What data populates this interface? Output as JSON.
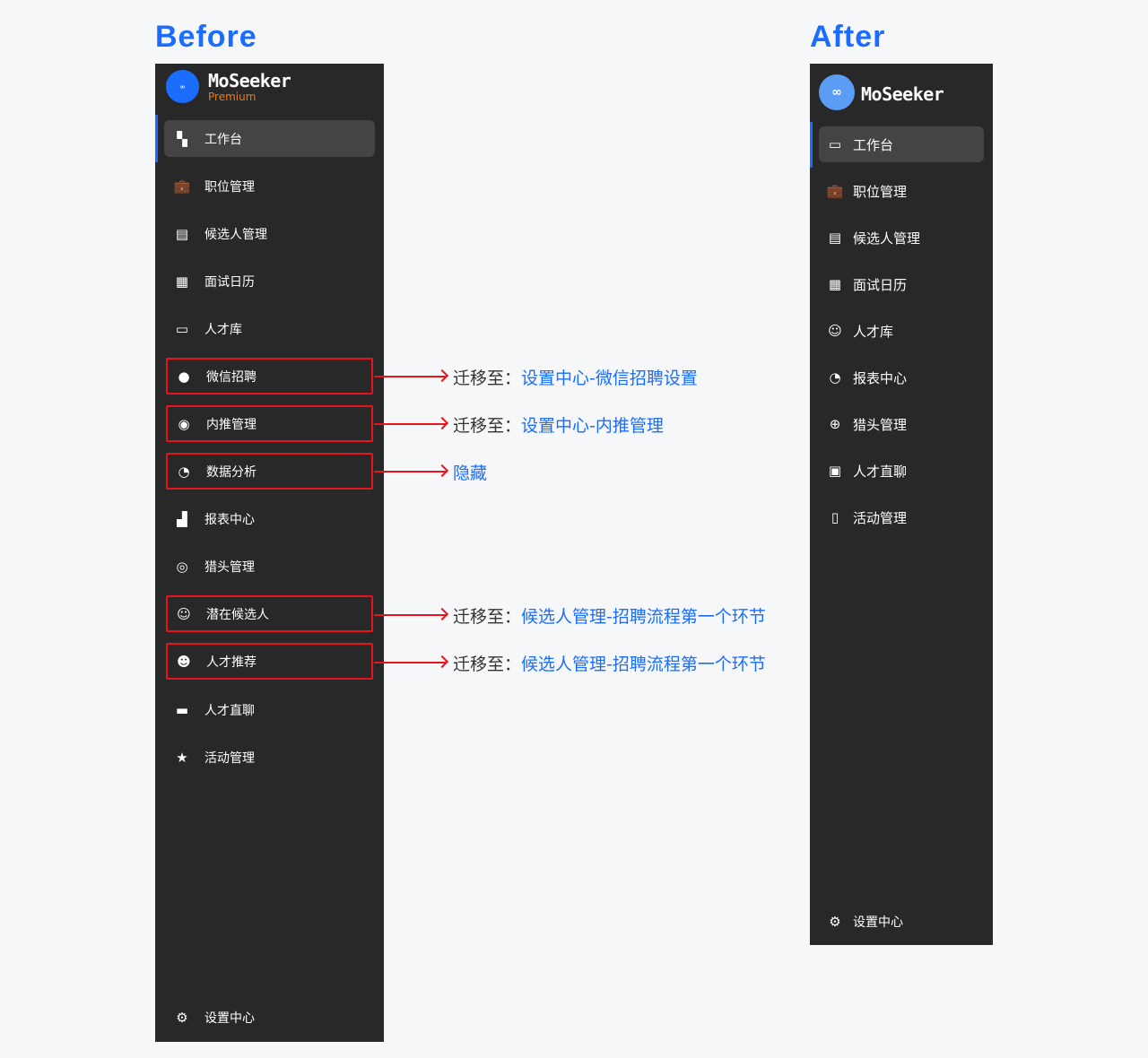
{
  "headings": {
    "before": "Before",
    "after": "After"
  },
  "before": {
    "brand": "MoSeeker",
    "tier": "Premium",
    "logo_text": "MoSeeker",
    "items": [
      {
        "label": "工作台",
        "icon": "dashboard-icon"
      },
      {
        "label": "职位管理",
        "icon": "briefcase-icon"
      },
      {
        "label": "候选人管理",
        "icon": "candidate-file-icon"
      },
      {
        "label": "面试日历",
        "icon": "calendar-icon"
      },
      {
        "label": "人才库",
        "icon": "id-card-icon"
      },
      {
        "label": "微信招聘",
        "icon": "wechat-icon"
      },
      {
        "label": "内推管理",
        "icon": "thumbs-up-icon"
      },
      {
        "label": "数据分析",
        "icon": "pie-chart-icon"
      },
      {
        "label": "报表中心",
        "icon": "bar-chart-icon"
      },
      {
        "label": "猎头管理",
        "icon": "hunter-icon"
      },
      {
        "label": "潜在候选人",
        "icon": "users-icon"
      },
      {
        "label": "人才推荐",
        "icon": "user-star-icon"
      },
      {
        "label": "人才直聊",
        "icon": "chat-icon"
      },
      {
        "label": "活动管理",
        "icon": "star-circle-icon"
      }
    ],
    "settings": "设置中心"
  },
  "after": {
    "brand": "MoSeeker",
    "logo_text": "MoSeeker",
    "items": [
      {
        "label": "工作台",
        "icon": "monitor-icon"
      },
      {
        "label": "职位管理",
        "icon": "briefcase-icon"
      },
      {
        "label": "候选人管理",
        "icon": "candidate-file-icon"
      },
      {
        "label": "面试日历",
        "icon": "calendar-icon"
      },
      {
        "label": "人才库",
        "icon": "users-icon"
      },
      {
        "label": "报表中心",
        "icon": "pie-chart-icon"
      },
      {
        "label": "猎头管理",
        "icon": "target-icon"
      },
      {
        "label": "人才直聊",
        "icon": "chat-user-icon"
      },
      {
        "label": "活动管理",
        "icon": "document-icon"
      }
    ],
    "settings": "设置中心"
  },
  "annotations": [
    {
      "prefix": "迁移至：",
      "target": "设置中心-微信招聘设置"
    },
    {
      "prefix": "迁移至：",
      "target": "设置中心-内推管理"
    },
    {
      "prefix": "",
      "target": "隐藏"
    },
    {
      "prefix": "迁移至：",
      "target": "候选人管理-招聘流程第一个环节"
    },
    {
      "prefix": "迁移至：",
      "target": "候选人管理-招聘流程第一个环节"
    }
  ],
  "colors": {
    "accent": "#1a6dff",
    "highlight": "#e8141c",
    "sidebar": "#282828",
    "premium": "#f07a10"
  }
}
